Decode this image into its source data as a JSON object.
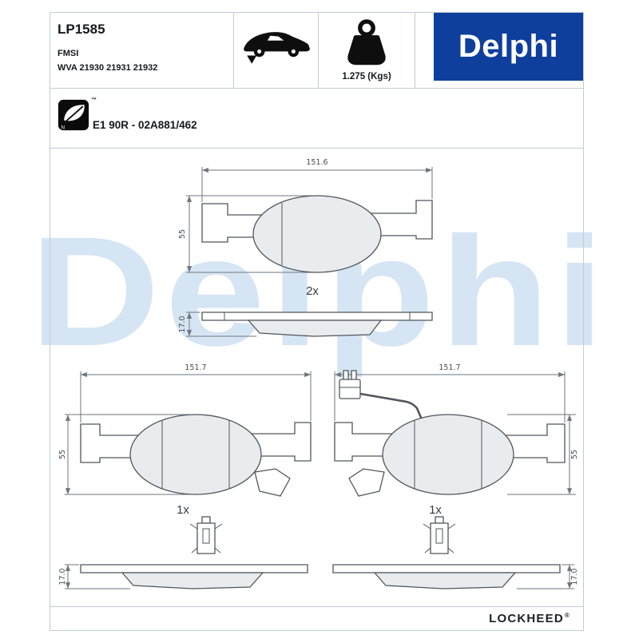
{
  "header": {
    "part_number": "LP1585",
    "standard": "FMSI",
    "wva": "WVA 21930 21931 21932",
    "weight": "1.275 (Kgs)",
    "brand_logo": "Delphi"
  },
  "approval": {
    "text": "E1 90R - 02A881/462",
    "eco_tm": "™",
    "eco_letter": "N"
  },
  "watermark": "Delphi",
  "drawings": {
    "top": {
      "width": "151.6",
      "height": "55",
      "thickness": "17.0",
      "qty": "2x"
    },
    "bottom_left": {
      "width": "151.7",
      "height": "55",
      "thickness": "17.0",
      "qty": "1x"
    },
    "bottom_right": {
      "width": "151.7",
      "height": "55",
      "thickness": "17.0",
      "qty": "1x"
    }
  },
  "footer": {
    "brand": "LOCKHEED",
    "reg": "®"
  },
  "colors": {
    "brand_blue": "#0F3F9D",
    "watermark_blue": "#BCD4EE",
    "line_gray": "#C3CBD3",
    "draw_stroke": "#50565C",
    "dim_gray": "#6E767E",
    "pad_fill": "#E8ECEF",
    "ink": "#15191E"
  }
}
